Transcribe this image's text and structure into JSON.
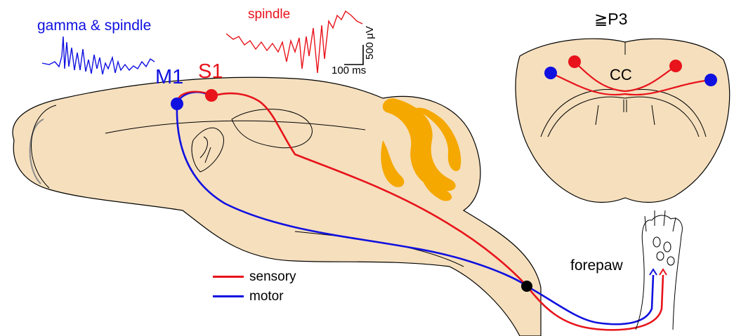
{
  "traces": {
    "motor_trace_label": "gamma & spindle",
    "sensory_trace_label": "spindle",
    "scale_amplitude": "500 μV",
    "scale_time": "100 ms"
  },
  "regions": {
    "m1_label": "M1",
    "s1_label": "S1"
  },
  "coronal": {
    "age_label": "≧P3",
    "cc_label": "CC"
  },
  "periphery": {
    "forepaw_label": "forepaw"
  },
  "legend": {
    "items": [
      {
        "label": "sensory",
        "color": "#e8131b"
      },
      {
        "label": "motor",
        "color": "#1010e0"
      }
    ]
  },
  "colors": {
    "motor": "#1010e0",
    "sensory": "#e8131b",
    "tissue": "#f5dfbd",
    "cerebellum": "#f5a800",
    "outline": "#000000",
    "spinal_node": "#000000"
  }
}
